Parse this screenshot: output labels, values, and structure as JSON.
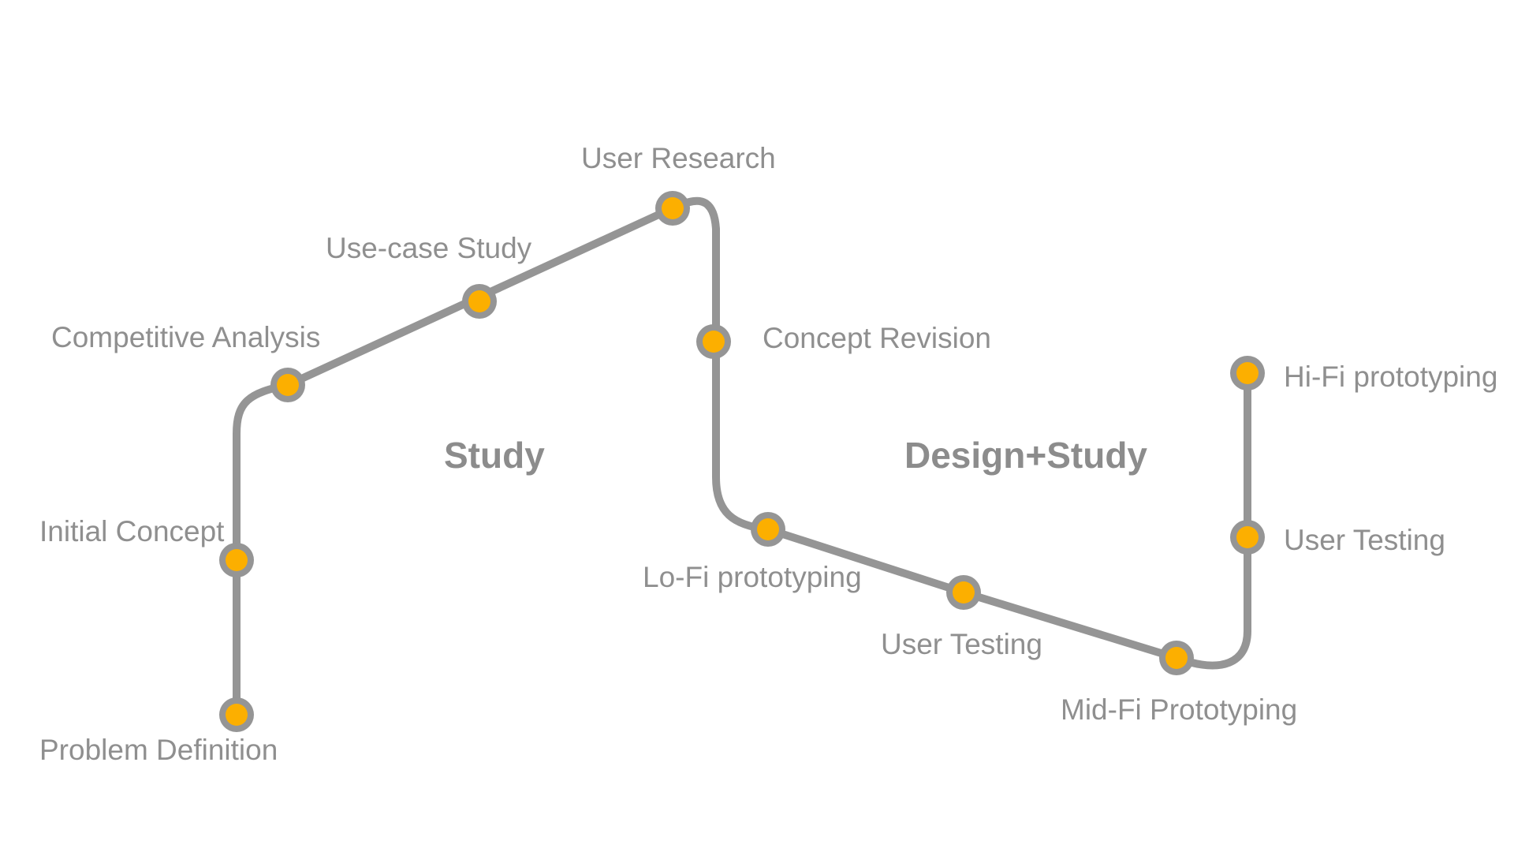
{
  "colors": {
    "track": "#959595",
    "node_fill": "#fcaf00",
    "node_ring": "#959595",
    "label": "#8f8f8f",
    "phase": "#8c8c8c",
    "background": "#ffffff"
  },
  "phases": [
    {
      "label": "Study"
    },
    {
      "label": "Design+Study"
    }
  ],
  "milestones": [
    {
      "label": "Problem Definition"
    },
    {
      "label": "Initial Concept"
    },
    {
      "label": "Competitive Analysis"
    },
    {
      "label": "Use-case Study"
    },
    {
      "label": "User Research"
    },
    {
      "label": "Concept Revision"
    },
    {
      "label": "Lo-Fi prototyping"
    },
    {
      "label": "User Testing"
    },
    {
      "label": "Mid-Fi Prototyping"
    },
    {
      "label": "User Testing"
    },
    {
      "label": "Hi-Fi prototyping"
    }
  ]
}
